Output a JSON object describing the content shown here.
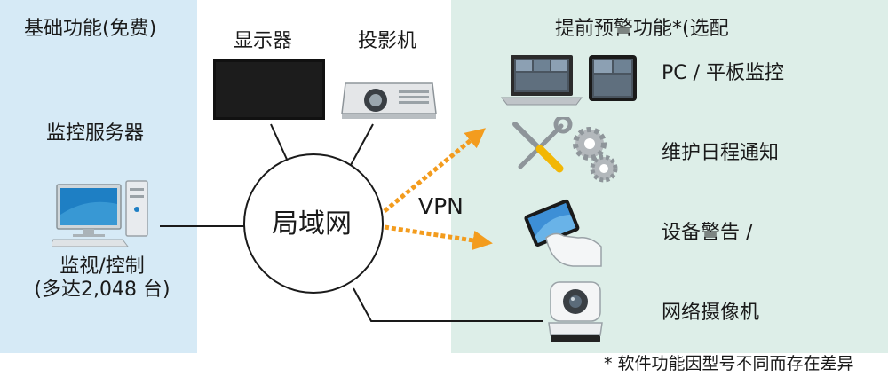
{
  "sections": {
    "basic_title": "基础功能(免费)",
    "warning_title": "提前预警功能*(选配"
  },
  "server": {
    "label": "监控服务器"
  },
  "client": {
    "label_line1": "监视/控制",
    "label_line2": "(多达2,048 台)"
  },
  "top_devices": {
    "display_label": "显示器",
    "projector_label": "投影机"
  },
  "hub": {
    "label": "局域网",
    "vpn_label": "VPN"
  },
  "features": [
    {
      "label": "PC / 平板监控",
      "icon": "laptop-tablet-icon"
    },
    {
      "label": "维护日程通知",
      "icon": "tools-gears-icon"
    },
    {
      "label": "设备警告 /",
      "icon": "hand-smartphone-icon"
    },
    {
      "label": "网络摄像机",
      "icon": "ptz-camera-icon"
    }
  ],
  "footnote": "* 软件功能因型号不同而存在差异",
  "colors": {
    "left_panel": "#d6eaf6",
    "right_panel": "#ddeee8",
    "vpn_arrow": "#f39c1e",
    "line": "#1a1a1a"
  }
}
